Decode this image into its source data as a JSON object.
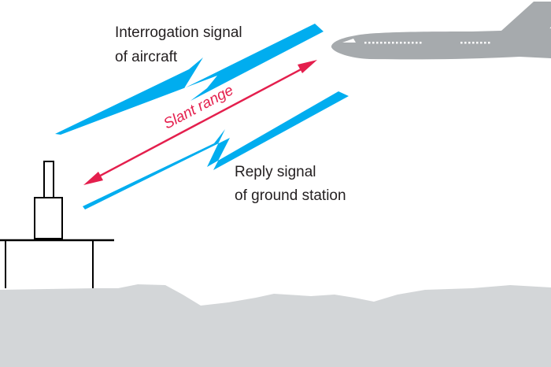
{
  "labels": {
    "interrogation_line1": "Interrogation signal",
    "interrogation_line2": "of aircraft",
    "reply_line1": "Reply signal",
    "reply_line2": "of ground station",
    "slant_range": "Slant range"
  },
  "colors": {
    "signal": "#00adef",
    "slant_arrow": "#e41f4d",
    "ground": "#d3d6d8",
    "aircraft": "#a6aaad",
    "station": "#000000",
    "text": "#231f20"
  }
}
